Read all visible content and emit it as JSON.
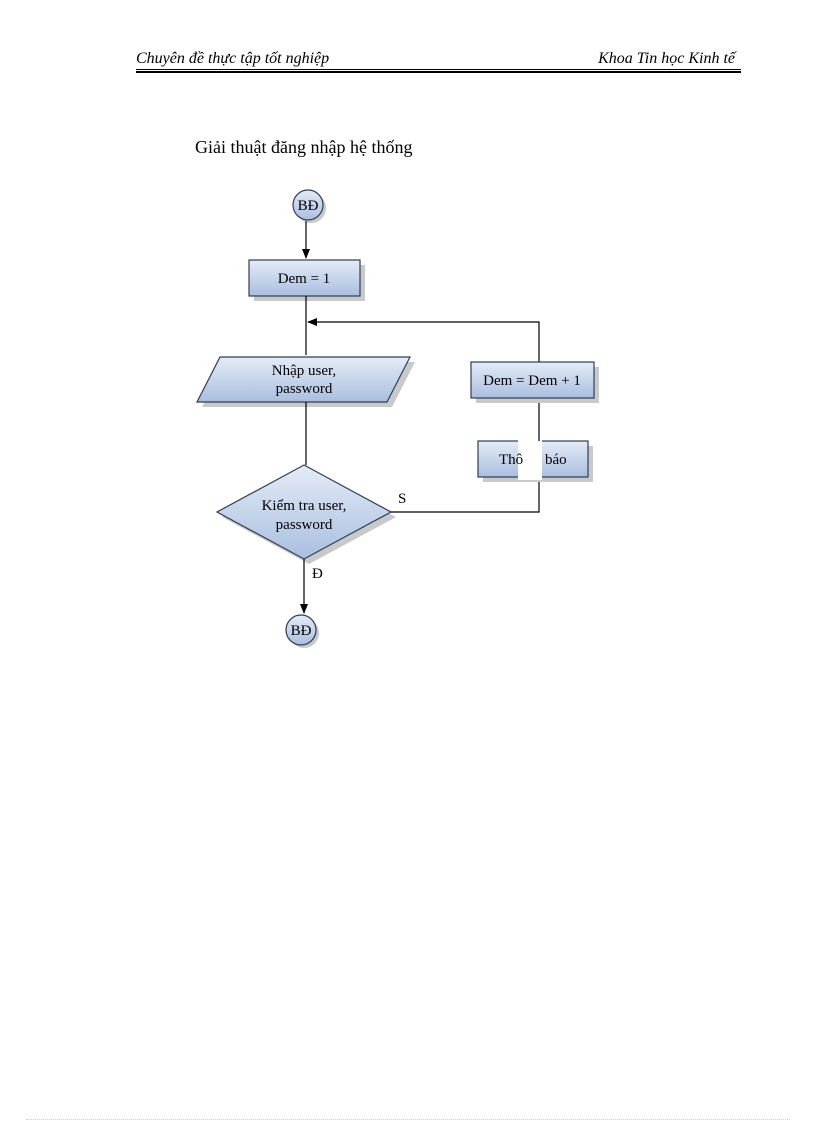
{
  "header": {
    "left": "Chuyên đề thực tập tốt nghiệp",
    "right": "Khoa Tin học Kinh tế"
  },
  "caption": "Giải thuật đăng nhập hệ thống",
  "flowchart": {
    "start": "BĐ",
    "init": "Dem = 1",
    "input_line1": "Nhập user,",
    "input_line2": "password",
    "decision_line1": "Kiểm tra user,",
    "decision_line2": "password",
    "increment": "Dem = Dem + 1",
    "notify_left": "Thô",
    "notify_right": "báo",
    "label_no": "S",
    "label_yes": "Đ",
    "end": "BĐ"
  },
  "colors": {
    "node_fill_top": "#e4ecf7",
    "node_fill_bottom": "#a9bedf",
    "node_stroke": "#2f3e55",
    "shadow": "#c7c7c7"
  }
}
